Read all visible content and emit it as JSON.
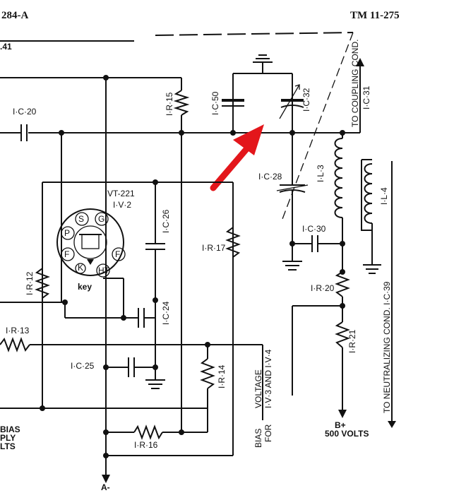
{
  "header": {
    "left_title": "284-A",
    "left_sub": ".41",
    "right_title": "TM 11-275"
  },
  "tube": {
    "name": "VT-221",
    "designation": "I·V·2",
    "key_label": "key",
    "pins": [
      "S",
      "G",
      "P",
      "F",
      "F",
      "K",
      "HT"
    ]
  },
  "components": {
    "ic20": "I·C·20",
    "ic50": "I·C·50",
    "ic32": "I·C·32",
    "ic28": "I·C·28",
    "ic26": "I·C·26",
    "ic24": "I·C·24",
    "ic25": "I·C·25",
    "ic30": "I·C·30",
    "ir15": "I·R·15",
    "ir17": "I·R·17",
    "ir12": "I·R·12",
    "ir13": "I·R·13",
    "ir14": "I·R·14",
    "ir16": "I·R·16",
    "ir20": "I·R·20",
    "ir21": "I·R·21",
    "il3": "I·L·3",
    "il4": "I·L·4"
  },
  "annotations": {
    "coupling": "TO COUPLING COND.",
    "coupling_ref": "I·C·31",
    "neutralizing": "TO NEUTRALIZING COND. I·C·39",
    "bias_voltage_1": "VOLTAGE",
    "bias_voltage_2": "I·V·3 AND I·V·4",
    "bias_for_1": "BIAS",
    "bias_for_2": "FOR",
    "bplus": "B+",
    "bplus_volts": "500 VOLTS",
    "aminus": "A-",
    "left_bias": "BIAS",
    "left_supply": "PLY",
    "left_volts": "LTS"
  },
  "colors": {
    "arrow": "#e3161b",
    "ink": "#111111"
  }
}
